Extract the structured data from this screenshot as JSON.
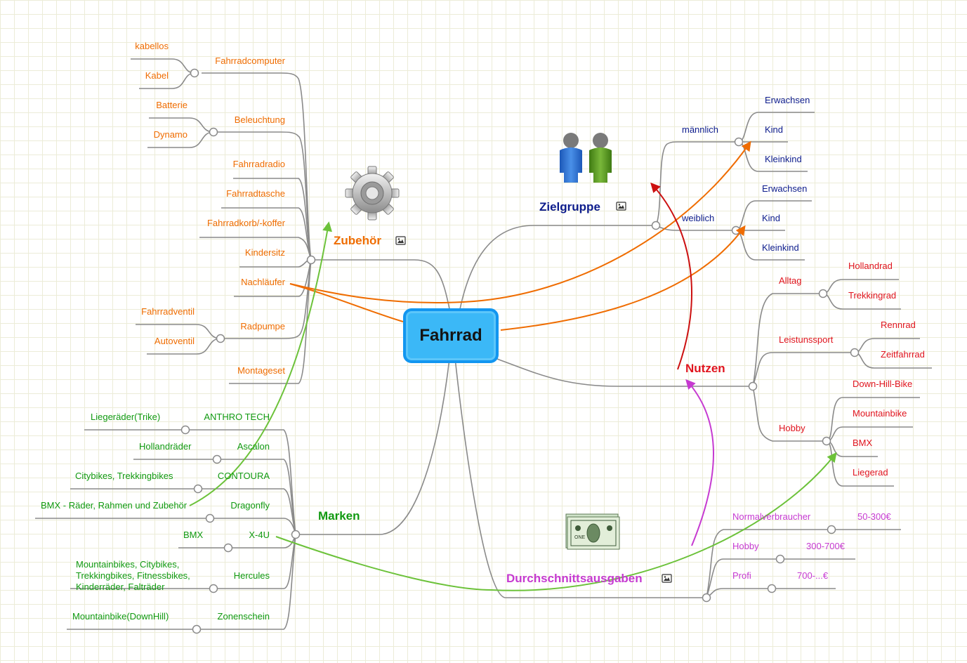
{
  "central": "Fahrrad",
  "zubehoer": {
    "title": "Zubehör",
    "fahrradcomputer": "Fahrradcomputer",
    "kabellos": "kabellos",
    "kabel": "Kabel",
    "beleuchtung": "Beleuchtung",
    "batterie": "Batterie",
    "dynamo": "Dynamo",
    "fahrradradio": "Fahrradradio",
    "fahrradtasche": "Fahrradtasche",
    "korb": "Fahrradkorb/-koffer",
    "kindersitz": "Kindersitz",
    "nachlaeufer": "Nachläufer",
    "radpumpe": "Radpumpe",
    "fahrradventil": "Fahrradventil",
    "autoventil": "Autoventil",
    "montageset": "Montageset"
  },
  "marken": {
    "title": "Marken",
    "anthro": "ANTHRO TECH",
    "liegeraeder": "Liegeräder(Trike)",
    "ascalon": "Ascalon",
    "hollandraeder": "Hollandräder",
    "contoura": "CONTOURA",
    "citybikes": "Citybikes, Trekkingbikes",
    "dragonfly": "Dragonfly",
    "bmx_raeder": "BMX - Räder, Rahmen und Zubehör",
    "x4u": "X-4U",
    "bmx": "BMX",
    "hercules": "Hercules",
    "hercules_sub": [
      "Mountainbikes, Citybikes,",
      "Trekkingbikes, Fitnessbikes,",
      "Kinderräder, Falträder"
    ],
    "zonenschein": "Zonenschein",
    "mtb_downhill": "Mountainbike(DownHill)"
  },
  "zielgruppe": {
    "title": "Zielgruppe",
    "maennlich": "männlich",
    "weiblich": "weiblich",
    "erwachsen": "Erwachsen",
    "kind": "Kind",
    "kleinkind": "Kleinkind"
  },
  "nutzen": {
    "title": "Nutzen",
    "alltag": "Alltag",
    "hollandrad": "Hollandrad",
    "trekkingrad": "Trekkingrad",
    "leistungssport": "Leistunssport",
    "rennrad": "Rennrad",
    "zeitfahrrad": "Zeitfahrrad",
    "hobby": "Hobby",
    "downhill": "Down-Hill-Bike",
    "mountainbike": "Mountainbike",
    "bmx": "BMX",
    "liegerad": "Liegerad"
  },
  "ausgaben": {
    "title": "Durchschnittsausgaben",
    "normal": "Normalverbraucher",
    "normal_val": "50-300€",
    "hobby": "Hobby",
    "hobby_val": "300-700€",
    "profi": "Profi",
    "profi_val": "700-...€"
  },
  "icons": {
    "zubehoer": "gear-icon",
    "zielgruppe": "people-icon",
    "ausgaben": "money-icon",
    "image_marker": "image-icon"
  },
  "colors": {
    "zubehoer": "#ef6c00",
    "zielgruppe": "#0d1c8c",
    "nutzen": "#e0141e",
    "marken": "#119a11",
    "ausgaben": "#c63ad1",
    "central_fill": "#3bb8f7"
  }
}
